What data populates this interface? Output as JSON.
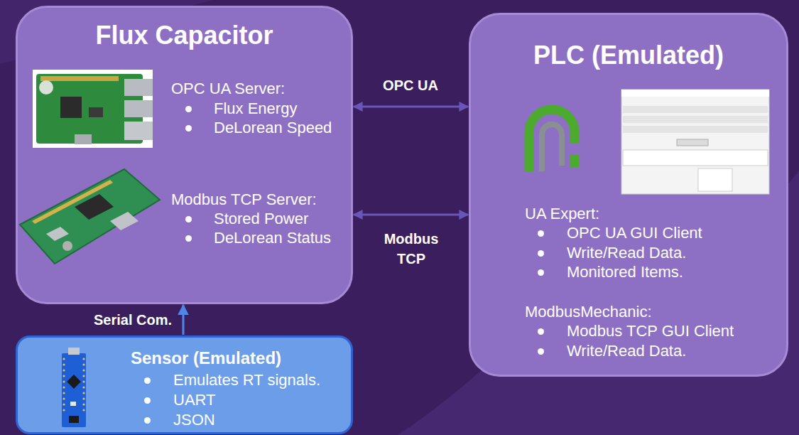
{
  "diagram": {
    "nodes": [
      {
        "text": [
          "Flux Capacitor",
          "OPC UA Server:",
          "Flux Energy",
          "DeLorean Speed",
          "Modbus TCP Server:",
          "Stored Power",
          "DeLorean Status"
        ]
      },
      {
        "text": [
          "PLC (Emulated)",
          "UA Expert:",
          "OPC UA GUI Client",
          "Write/Read Data.",
          "Monitored Items.",
          "ModbusMechanic:",
          "Modbus TCP GUI Client",
          "Write/Read Data."
        ]
      },
      {
        "text": [
          "Sensor (Emulated)",
          "Emulates RT signals.",
          "UART",
          "JSON"
        ]
      }
    ],
    "edges": [
      {
        "from": 0,
        "to": 1,
        "arrow": "both",
        "label": "OPC UA"
      },
      {
        "from": 0,
        "to": 1,
        "arrow": "both",
        "label": "Modbus TCP"
      },
      {
        "from": 2,
        "to": 0,
        "arrow": "to",
        "label": "Serial Com."
      }
    ]
  }
}
